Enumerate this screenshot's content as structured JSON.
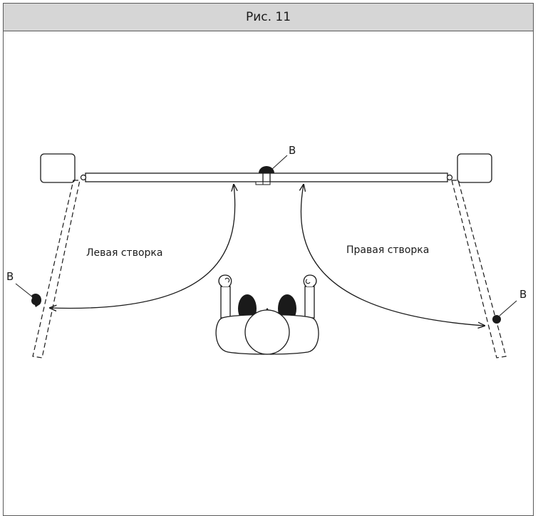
{
  "figure": {
    "title": "Рис. 11"
  },
  "labels": {
    "left_leaf": "Левая створка",
    "right_leaf": "Правая створка",
    "top_marker": "B",
    "left_marker": "B",
    "right_marker": "B"
  }
}
